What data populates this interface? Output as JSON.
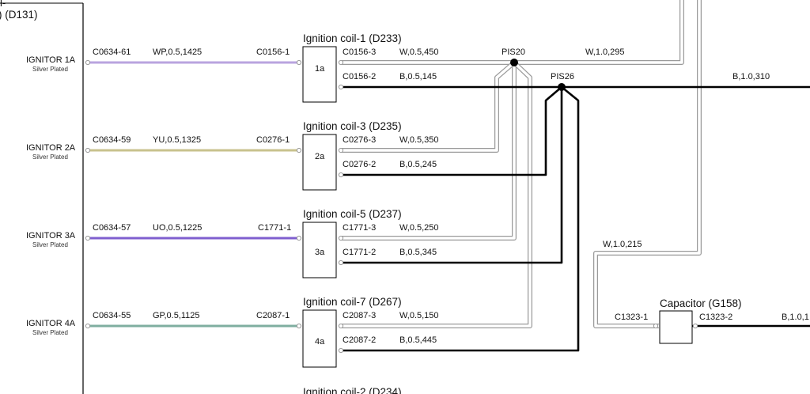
{
  "header": {
    "frag_top": "l-",
    "frag_title": ") (D131)"
  },
  "colors": {
    "wire_white_outer": "#9a9a9a",
    "wire_white_inner": "#ffffff",
    "wire_black": "#000000",
    "wire_wp": "#b9a4df",
    "wire_yu": "#c8c28e",
    "wire_uo": "#7f5fcf",
    "wire_gp": "#7faea0"
  },
  "ignitors": [
    {
      "label": "IGNITOR 1A",
      "sub": "Silver Plated",
      "conn_left": "C0634-61",
      "wire": "WP,0.5,1425",
      "conn_right": "C0156-1"
    },
    {
      "label": "IGNITOR 2A",
      "sub": "Silver Plated",
      "conn_left": "C0634-59",
      "wire": "YU,0.5,1325",
      "conn_right": "C0276-1"
    },
    {
      "label": "IGNITOR 3A",
      "sub": "Silver Plated",
      "conn_left": "C0634-57",
      "wire": "UO,0.5,1225",
      "conn_right": "C1771-1"
    },
    {
      "label": "IGNITOR 4A",
      "sub": "Silver Plated",
      "conn_left": "C0634-55",
      "wire": "GP,0.5,1125",
      "conn_right": "C2087-1"
    }
  ],
  "coils": [
    {
      "title": "Ignition coil-1 (D233)",
      "box": "1a",
      "pin3": "C0156-3",
      "w3": "W,0.5,450",
      "pin2": "C0156-2",
      "w2": "B,0.5,145"
    },
    {
      "title": "Ignition coil-3 (D235)",
      "box": "2a",
      "pin3": "C0276-3",
      "w3": "W,0.5,350",
      "pin2": "C0276-2",
      "w2": "B,0.5,245"
    },
    {
      "title": "Ignition coil-5 (D237)",
      "box": "3a",
      "pin3": "C1771-3",
      "w3": "W,0.5,250",
      "pin2": "C1771-2",
      "w2": "B,0.5,345"
    },
    {
      "title": "Ignition coil-7 (D267)",
      "box": "4a",
      "pin3": "C2087-3",
      "w3": "W,0.5,150",
      "pin2": "C2087-2",
      "w2": "B,0.5,445"
    }
  ],
  "coil_partial_title": "Ignition coil-2 (D234)",
  "splices": {
    "pis20": "PIS20",
    "pis26": "PIS26"
  },
  "wires": {
    "w_top": "W,1.0,295",
    "b_main": "B,1.0,310",
    "w_cap": "W,1.0,215",
    "b_cap": "B,1.0,1"
  },
  "capacitor": {
    "title": "Capacitor (G158)",
    "pin1": "C1323-1",
    "pin2": "C1323-2"
  }
}
